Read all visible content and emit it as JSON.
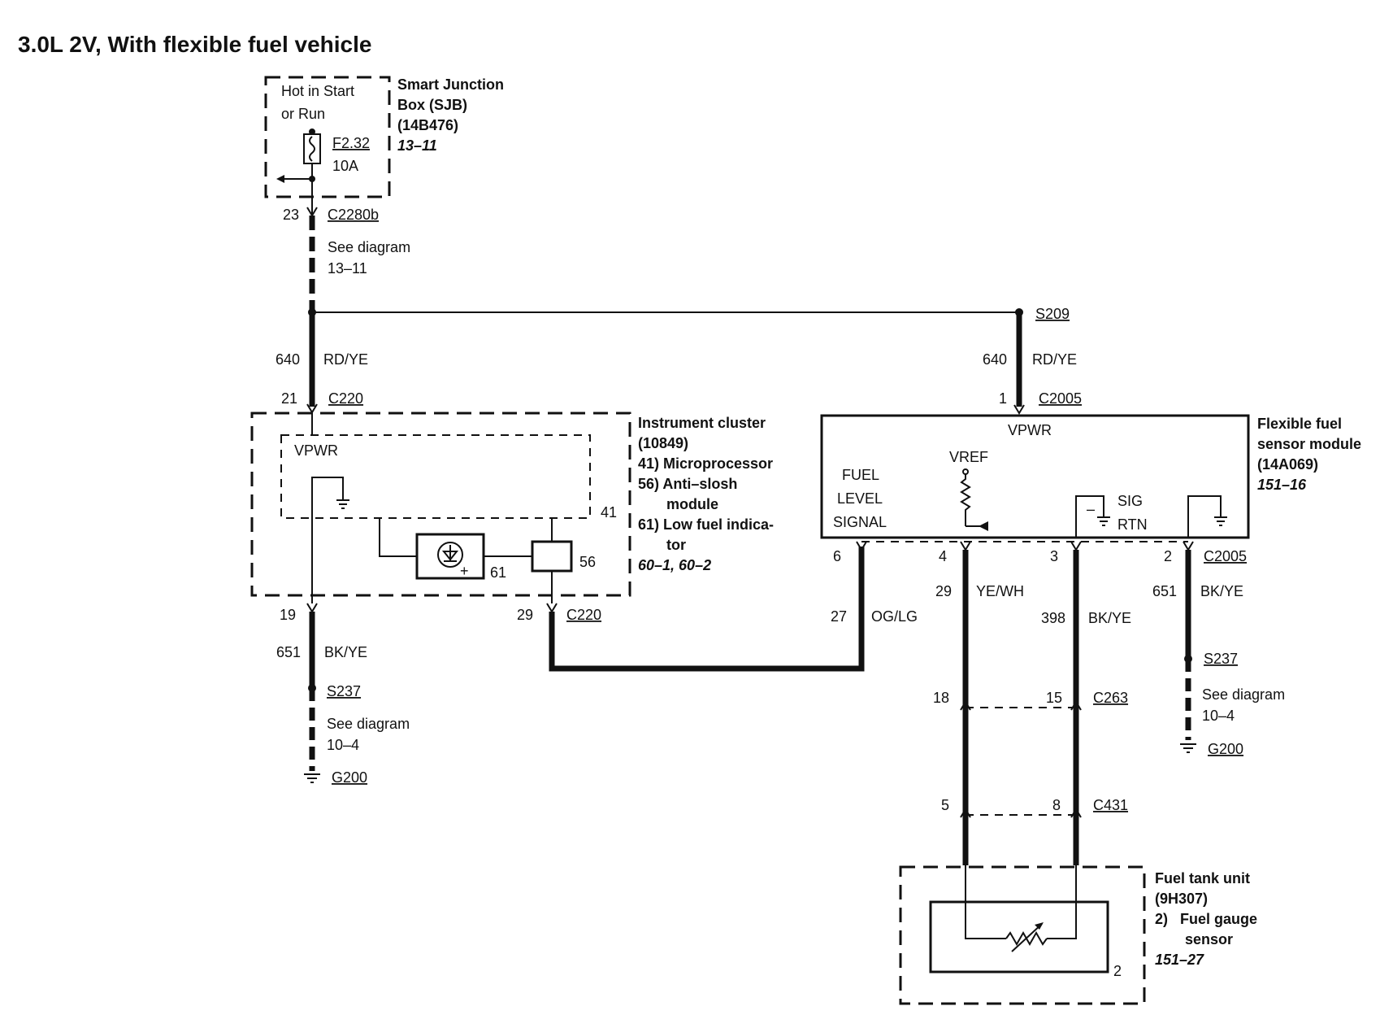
{
  "title": "3.0L 2V, With flexible fuel vehicle",
  "sjb": {
    "hot_line1": "Hot in Start",
    "hot_line2": "or Run",
    "fuse": "F2.32",
    "amps": "10A",
    "name1": "Smart Junction",
    "name2": "Box (SJB)",
    "part": "(14B476)",
    "ref": "13–11"
  },
  "left_wire": {
    "pin23": "23",
    "conn_c2280b": "C2280b",
    "see1": "See diagram",
    "see1_ref": "13–11",
    "circuit_640": "640",
    "color_640": "RD/YE",
    "pin21": "21",
    "conn_c220_top": "C220"
  },
  "splice_s209": "S209",
  "cluster": {
    "vpwr": "VPWR",
    "pin41": "41",
    "pin61": "61",
    "pin56": "56",
    "name": "Instrument cluster",
    "part": "(10849)",
    "item41": "41) Microprocessor",
    "item56a": "56) Anti–slosh",
    "item56b": "module",
    "item61a": "61) Low fuel indica-",
    "item61b": "tor",
    "ref": "60–1, 60–2"
  },
  "cluster_bottom": {
    "pin19": "19",
    "pin29": "29",
    "conn_c220": "C220",
    "circuit_651": "651",
    "color_651": "BK/YE",
    "splice_s237": "S237",
    "see": "See diagram",
    "see_ref": "10–4",
    "ground": "G200"
  },
  "ffs_top": {
    "circuit_640": "640",
    "color_640": "RD/YE",
    "pin1": "1",
    "conn_c2005": "C2005"
  },
  "ffs": {
    "vpwr": "VPWR",
    "fuel": "FUEL",
    "level": "LEVEL",
    "signal": "SIGNAL",
    "vref": "VREF",
    "sig": "SIG",
    "rtn": "RTN",
    "minus": "–",
    "name1": "Flexible fuel",
    "name2": "sensor module",
    "part": "(14A069)",
    "ref": "151–16"
  },
  "ffs_bottom": {
    "pin6": "6",
    "pin4": "4",
    "pin3": "3",
    "pin2": "2",
    "conn_c2005": "C2005",
    "pin27": "27",
    "color_og": "OG/LG",
    "circuit_29": "29",
    "color_yewh": "YE/WH",
    "circuit_398": "398",
    "color_bkye398": "BK/YE",
    "circuit_651": "651",
    "color_bkye651": "BK/YE",
    "splice_s237": "S237",
    "see": "See diagram",
    "see_ref": "10–4",
    "ground": "G200",
    "pin18": "18",
    "pin15": "15",
    "conn_c263": "C263",
    "pin5": "5",
    "pin8": "8",
    "conn_c431": "C431"
  },
  "tank": {
    "name": "Fuel tank unit",
    "part": "(9H307)",
    "item2a": "2)   Fuel gauge",
    "item2b": "sensor",
    "ref": "151–27",
    "pin2": "2"
  }
}
